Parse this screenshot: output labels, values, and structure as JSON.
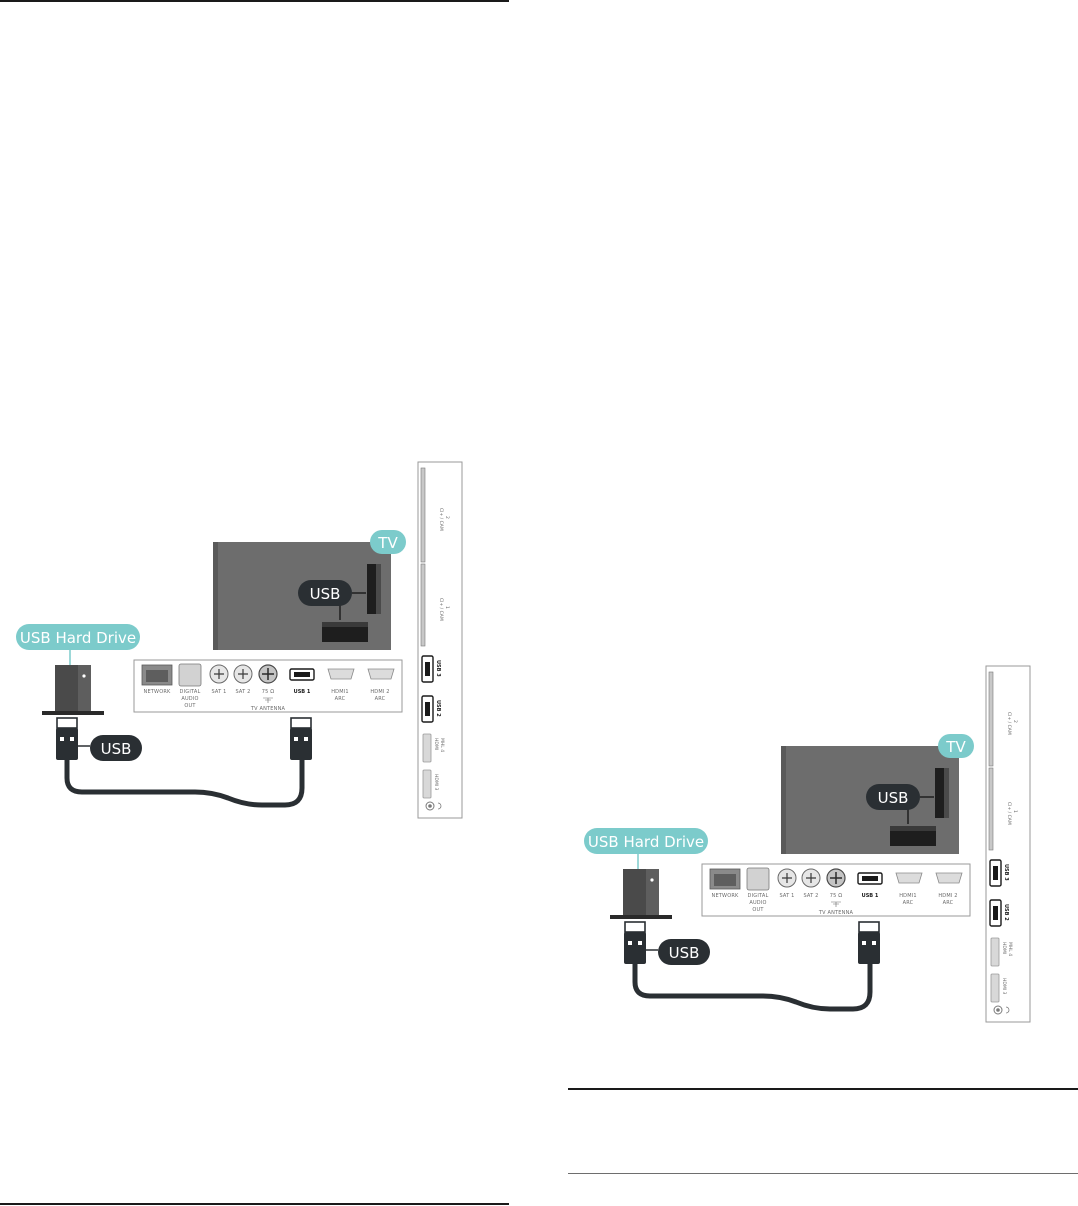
{
  "labels": {
    "hard_drive": "USB Hard Drive",
    "tv": "TV",
    "usb_tv": "USB",
    "usb_cable": "USB"
  },
  "rear_panel_ports": {
    "network": "NETWORK",
    "digital_audio_1": "DIGITAL",
    "digital_audio_2": "AUDIO",
    "digital_audio_3": "OUT",
    "sat1": "SAT 1",
    "sat2": "SAT 2",
    "ohm": "75 Ω",
    "usb1": "USB 1",
    "hdmi1_1": "HDMI1",
    "hdmi1_2": "ARC",
    "hdmi2_1": "HDMI 2",
    "hdmi2_2": "ARC",
    "tv_antenna": "TV ANTENNA"
  },
  "side_panel_ports": {
    "ci_cam_2a": "CI+ / CAM",
    "ci_cam_2b": "2",
    "ci_cam_1a": "CI+ / CAM",
    "ci_cam_1b": "1",
    "usb3": "USB 3",
    "usb2": "USB 2",
    "hdmi4a": "HDMI",
    "hdmi4b": "MHL 4",
    "hdmi3": "HDMI 3"
  },
  "colors": {
    "teal": "#7ccbcb",
    "dark": "#2a2f33",
    "tv_gray": "#6d6d6d",
    "drive": "#4a4a4a"
  }
}
